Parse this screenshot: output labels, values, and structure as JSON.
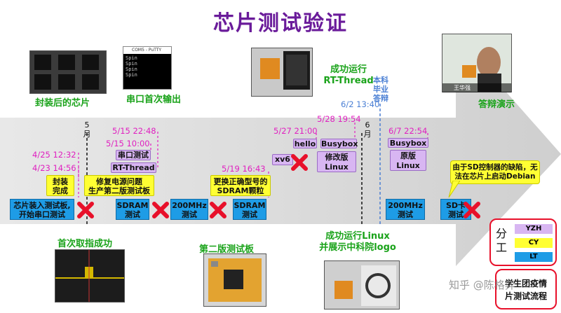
{
  "title": "芯片测试验证",
  "photo_captions": {
    "packaged_chip": "封装后的芯片",
    "serial_output": "串口首次输出",
    "rtthread": "成功运行\nRT-Thread",
    "defense_demo": "答辩演示",
    "first_fetch": "首次取指成功",
    "board_v2": "第二版测试板",
    "linux_logo": "成功运行Linux\n并展示中科院logo"
  },
  "putty": {
    "window_title": "COM5 - PuTTY",
    "lines": [
      "Spin",
      "Spin",
      "Spin",
      "Spin"
    ]
  },
  "video_call": {
    "participant_name": "王华强"
  },
  "month_markers": {
    "may": "5\n月",
    "june": "6\n月"
  },
  "dates": {
    "d_4_25": "4/25 12:32",
    "d_4_23": "4/23 14:56",
    "d_5_15a": "5/15 22:48",
    "d_5_15b": "5/15 10:00",
    "d_5_19": "5/19 16:43",
    "d_5_27": "5/27 21:00",
    "d_5_28": "5/28 19:54",
    "d_6_2": "6/2 13:40",
    "d_6_7": "6/7 22:54"
  },
  "defense_label": "本科\n毕业\n答辩",
  "purple_tags": {
    "serial_test": "串口测试",
    "rt_thread": "RT-Thread",
    "hello": "hello",
    "busybox1": "Busybox",
    "xv6": "xv6",
    "linux_mod": "修改版\nLinux",
    "busybox2": "Busybox",
    "linux_orig": "原版\nLinux"
  },
  "yellow_tags": {
    "pack_done": "封装\n完成",
    "fix_power": "修复电源问题\n生产第二版测试板",
    "sdram_swap": "更换正确型号的\nSDRAM颗粒",
    "sd_note": "由于SD控制器的缺陷，无\n法在芯片上启动Debian"
  },
  "blue_tags": {
    "mount_chip": "芯片装入测试板,\n开始串口测试",
    "sdram1": "SDRAM\n测试",
    "mhz200_1": "200MHz\n测试",
    "sdram2": "SDRAM\n测试",
    "mhz200_2": "200MHz\n测试",
    "sdcard": "SD卡\n测试"
  },
  "division": {
    "label": "分\n工",
    "members": [
      "YZH",
      "CY",
      "LT"
    ],
    "member_colors": [
      "#d8b6f2",
      "#ffff33",
      "#1e9ce6"
    ]
  },
  "footer_box": "学生团疫情\n片测试流程",
  "watermark": "知乎 @陈格弈",
  "colors": {
    "title": "#6a1b9a",
    "green": "#1aa31a",
    "magenta": "#e020c0",
    "arrow": "#d9d9d9",
    "red_x": "#e8102a"
  }
}
